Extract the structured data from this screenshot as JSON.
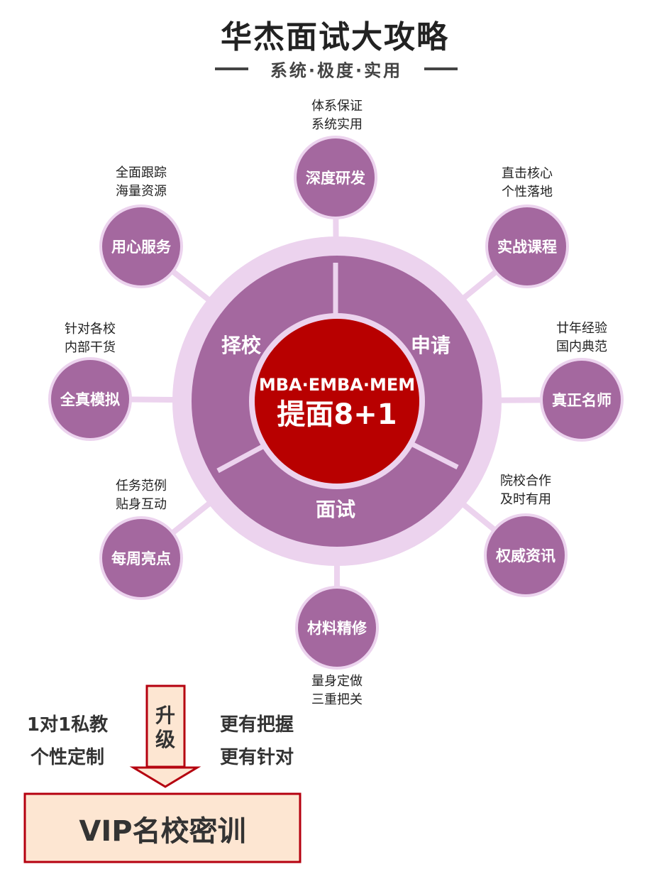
{
  "header": {
    "title": "华杰面试大攻略",
    "subtitle": "系统·极度·实用"
  },
  "core": {
    "line1": "MBA·EMBA·MEM",
    "line2": "提面8+1"
  },
  "segments": [
    "择校",
    "申请",
    "面试"
  ],
  "nodes": [
    {
      "label": "深度研发",
      "caption1": "体系保证",
      "caption2": "系统实用"
    },
    {
      "label": "实战课程",
      "caption1": "直击核心",
      "caption2": "个性落地"
    },
    {
      "label": "真正名师",
      "caption1": "廿年经验",
      "caption2": "国内典范"
    },
    {
      "label": "权威资讯",
      "caption1": "院校合作",
      "caption2": "及时有用"
    },
    {
      "label": "材料精修",
      "caption1": "量身定做",
      "caption2": "三重把关"
    },
    {
      "label": "每周亮点",
      "caption1": "任务范例",
      "caption2": "贴身互动"
    },
    {
      "label": "全真模拟",
      "caption1": "针对各校",
      "caption2": "内部干货"
    },
    {
      "label": "用心服务",
      "caption1": "全面跟踪",
      "caption2": "海量资源"
    }
  ],
  "upgrade": {
    "arrow_label1": "升",
    "arrow_label2": "级",
    "left1": "1对1私教",
    "left2": "个性定制",
    "right1": "更有把握",
    "right2": "更有针对",
    "target": "VIP名校密训"
  },
  "colors": {
    "purple": "#a4689f",
    "light_purple": "#ecd3ee",
    "red": "#b80000",
    "peach": "#fde6d2",
    "border_red": "#b5000f"
  }
}
